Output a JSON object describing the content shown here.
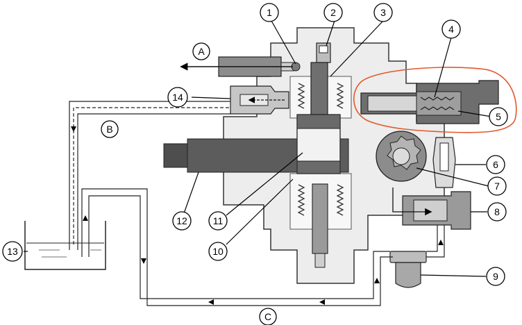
{
  "diagram": {
    "callouts": [
      "1",
      "2",
      "3",
      "4",
      "5",
      "6",
      "7",
      "8",
      "9",
      "10",
      "11",
      "12",
      "13",
      "14"
    ],
    "flows": {
      "a": "A",
      "b": "B",
      "c": "C"
    }
  },
  "colors": {
    "body_fill": "#ededed",
    "outline": "#333333",
    "dark_part": "#5a5a5a",
    "mid_part": "#8c8c8c",
    "light_part": "#c8c8c8",
    "highlight_ring": "#e2582a"
  }
}
